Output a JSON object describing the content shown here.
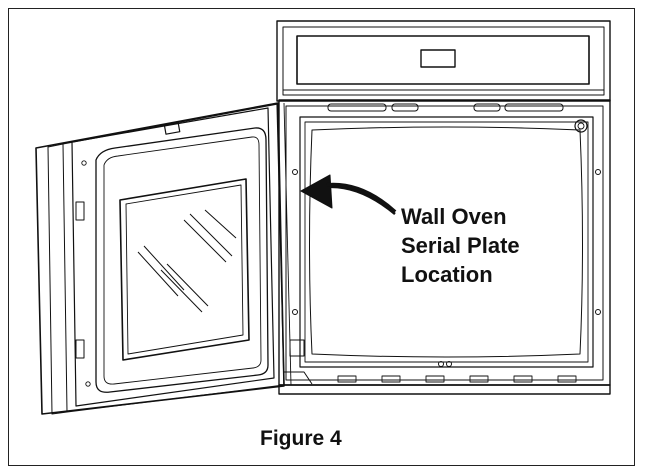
{
  "callout": {
    "line1": "Wall Oven",
    "line2": "Serial Plate",
    "line3": "Location"
  },
  "caption": "Figure 4",
  "colors": {
    "line": "#111111",
    "background": "#ffffff"
  },
  "icons": [
    "arrow-icon"
  ]
}
